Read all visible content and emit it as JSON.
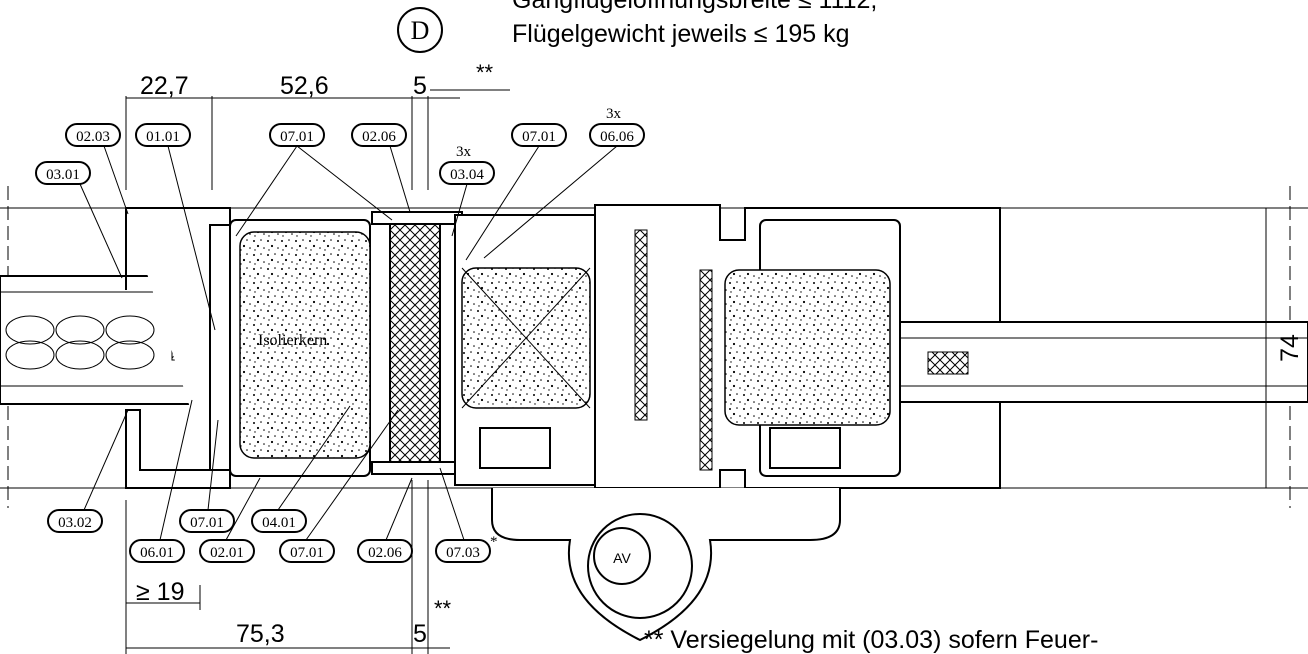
{
  "header": {
    "line1": "Gangflügelöffnungsbreite ≤ 1112,",
    "line2": "Flügelgewicht jeweils ≤ 195 kg",
    "detail_marker": "D"
  },
  "dimensions": {
    "top": [
      "22,7",
      "52,6",
      "5"
    ],
    "top_star": "**",
    "right": "74",
    "bottom_min": "≥ 19",
    "bottom_total": "75,3",
    "bottom_small": "5",
    "bottom_star": "**"
  },
  "labels": {
    "l0203": "02.03",
    "l0101": "01.01",
    "l0301": "03.01",
    "l0701_top": "07.01",
    "l0206_top": "02.06",
    "l0304_count": "3x",
    "l0304": "03.04",
    "l0701_right": "07.01",
    "l0606_count": "3x",
    "l0606": "06.06",
    "l0302": "03.02",
    "l0701_bl": "07.01",
    "l0401": "04.01",
    "l0601": "06.01",
    "l0201": "02.01",
    "l0701_bm": "07.01",
    "l0206_bot": "02.06",
    "l0703": "07.03",
    "l0703_star": "*"
  },
  "inner_text": "Isolierkern",
  "footnote": "**  Versiegelung mit (03.03) sofern Feuer-"
}
